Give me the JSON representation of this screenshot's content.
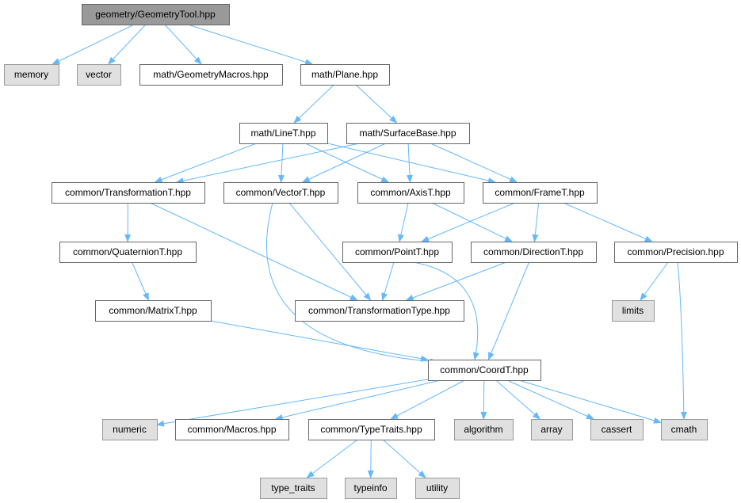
{
  "colors": {
    "edge": "#63b8ff",
    "root_fill": "#999999",
    "root_stroke": "#666666",
    "node_fill": "#ffffff",
    "node_stroke": "#666666",
    "system_fill": "#e0e0e0",
    "system_stroke": "#999999"
  },
  "nodes": [
    {
      "id": "root",
      "label": "geometry/GeometryTool.hpp",
      "kind": "root"
    },
    {
      "id": "memory",
      "label": "memory",
      "kind": "system"
    },
    {
      "id": "vector",
      "label": "vector",
      "kind": "system"
    },
    {
      "id": "geommacros",
      "label": "math/GeometryMacros.hpp",
      "kind": "file"
    },
    {
      "id": "plane",
      "label": "math/Plane.hpp",
      "kind": "file"
    },
    {
      "id": "linet",
      "label": "math/LineT.hpp",
      "kind": "file"
    },
    {
      "id": "surfacebase",
      "label": "math/SurfaceBase.hpp",
      "kind": "file"
    },
    {
      "id": "transformationt",
      "label": "common/TransformationT.hpp",
      "kind": "file"
    },
    {
      "id": "vectort",
      "label": "common/VectorT.hpp",
      "kind": "file"
    },
    {
      "id": "axist",
      "label": "common/AxisT.hpp",
      "kind": "file"
    },
    {
      "id": "framet",
      "label": "common/FrameT.hpp",
      "kind": "file"
    },
    {
      "id": "quaterniont",
      "label": "common/QuaternionT.hpp",
      "kind": "file"
    },
    {
      "id": "pointt",
      "label": "common/PointT.hpp",
      "kind": "file"
    },
    {
      "id": "directiont",
      "label": "common/DirectionT.hpp",
      "kind": "file"
    },
    {
      "id": "precision",
      "label": "common/Precision.hpp",
      "kind": "file"
    },
    {
      "id": "matrixt",
      "label": "common/MatrixT.hpp",
      "kind": "file"
    },
    {
      "id": "transformationtype",
      "label": "common/TransformationType.hpp",
      "kind": "file"
    },
    {
      "id": "limits",
      "label": "limits",
      "kind": "system"
    },
    {
      "id": "coordt",
      "label": "common/CoordT.hpp",
      "kind": "file"
    },
    {
      "id": "numeric",
      "label": "numeric",
      "kind": "system"
    },
    {
      "id": "macros",
      "label": "common/Macros.hpp",
      "kind": "file"
    },
    {
      "id": "typetraits",
      "label": "common/TypeTraits.hpp",
      "kind": "file"
    },
    {
      "id": "algorithm",
      "label": "algorithm",
      "kind": "system"
    },
    {
      "id": "array",
      "label": "array",
      "kind": "system"
    },
    {
      "id": "cassert",
      "label": "cassert",
      "kind": "system"
    },
    {
      "id": "cmath",
      "label": "cmath",
      "kind": "system"
    },
    {
      "id": "type_traits",
      "label": "type_traits",
      "kind": "system"
    },
    {
      "id": "typeinfo",
      "label": "typeinfo",
      "kind": "system"
    },
    {
      "id": "utility",
      "label": "utility",
      "kind": "system"
    }
  ],
  "edges": [
    [
      "root",
      "memory"
    ],
    [
      "root",
      "vector"
    ],
    [
      "root",
      "geommacros"
    ],
    [
      "root",
      "plane"
    ],
    [
      "plane",
      "linet"
    ],
    [
      "plane",
      "surfacebase"
    ],
    [
      "linet",
      "transformationt"
    ],
    [
      "linet",
      "vectort"
    ],
    [
      "linet",
      "axist"
    ],
    [
      "linet",
      "framet"
    ],
    [
      "surfacebase",
      "transformationt"
    ],
    [
      "surfacebase",
      "vectort"
    ],
    [
      "surfacebase",
      "axist"
    ],
    [
      "surfacebase",
      "framet"
    ],
    [
      "transformationt",
      "quaterniont"
    ],
    [
      "transformationt",
      "transformationtype"
    ],
    [
      "quaterniont",
      "matrixt"
    ],
    [
      "matrixt",
      "coordt"
    ],
    [
      "vectort",
      "transformationtype"
    ],
    [
      "vectort",
      "coordt"
    ],
    [
      "axist",
      "pointt"
    ],
    [
      "axist",
      "directiont"
    ],
    [
      "framet",
      "pointt"
    ],
    [
      "framet",
      "directiont"
    ],
    [
      "framet",
      "precision"
    ],
    [
      "pointt",
      "transformationtype"
    ],
    [
      "pointt",
      "coordt"
    ],
    [
      "directiont",
      "transformationtype"
    ],
    [
      "directiont",
      "coordt"
    ],
    [
      "precision",
      "limits"
    ],
    [
      "precision",
      "cmath"
    ],
    [
      "coordt",
      "numeric"
    ],
    [
      "coordt",
      "macros"
    ],
    [
      "coordt",
      "typetraits"
    ],
    [
      "coordt",
      "algorithm"
    ],
    [
      "coordt",
      "array"
    ],
    [
      "coordt",
      "cassert"
    ],
    [
      "coordt",
      "cmath"
    ],
    [
      "typetraits",
      "type_traits"
    ],
    [
      "typetraits",
      "typeinfo"
    ],
    [
      "typetraits",
      "utility"
    ]
  ]
}
